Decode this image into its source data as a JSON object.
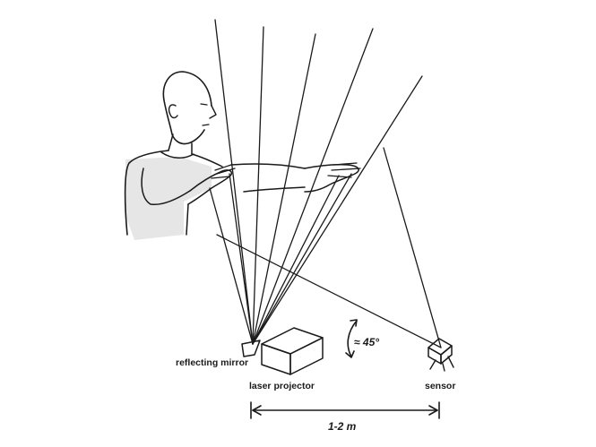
{
  "labels": {
    "mirror": "reflecting mirror",
    "projector": "laser projector",
    "sensor": "sensor",
    "angle": "≈ 45°",
    "distance": "1-2 m"
  },
  "colors": {
    "ink": "#1a1a1a",
    "shade": "#e6e6e6",
    "background": "#ffffff"
  }
}
